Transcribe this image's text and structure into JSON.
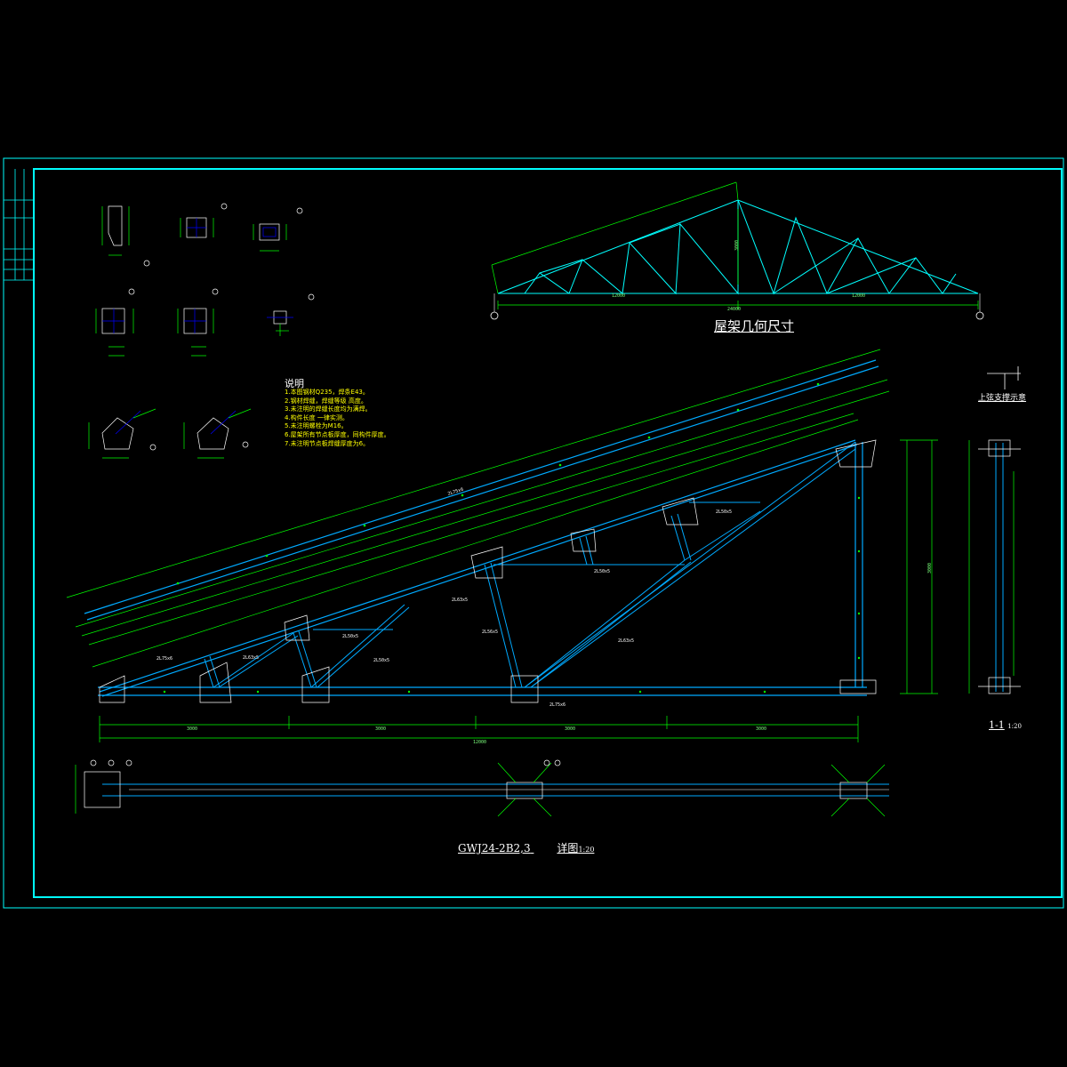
{
  "drawing": {
    "geometry_title": "屋架几何尺寸",
    "main_title": "GWJ24-2B2,3",
    "main_title_suffix": "详图",
    "main_scale": "1:20",
    "section_title": "1-1",
    "section_scale": "1:20",
    "brace_title": "上弦支撑示意",
    "notes_title": "说明",
    "notes": [
      "1.本图钢材Q235，焊条E43。",
      "2.钢材焊缝，焊缝等级 高度。",
      "3.未注明的焊缝长度均为满焊。",
      "4.构件长度 一律实测。",
      "5.未注明螺栓为M16。",
      "6.屋架所有节点板厚度，同构件厚度。",
      "7.未注明节点板焊缝厚度为6。"
    ],
    "top_chord_label": "2L75x6",
    "geometry_dims": {
      "left_span": "12000",
      "right_span": "12000",
      "total_span": "24000",
      "height": "3000"
    },
    "main_dims": {
      "segment_1": "3000",
      "segment_2": "3000",
      "segment_3": "3000",
      "segment_4": "3000",
      "total": "12000",
      "height": "3000"
    },
    "member_labels": [
      "2L75x6",
      "2L63x5",
      "2L50x5",
      "2L50x5",
      "2L63x5",
      "2L56x5",
      "2L50x5",
      "2L63x5",
      "2L75x6",
      "2L50x5"
    ]
  },
  "colors": {
    "background": "#000000",
    "frame": "#00ffff",
    "chord": "#00aaff",
    "dimension": "#00ff00",
    "text": "#ffffff",
    "note_text": "#ffff00",
    "detail": "#0000ff"
  }
}
